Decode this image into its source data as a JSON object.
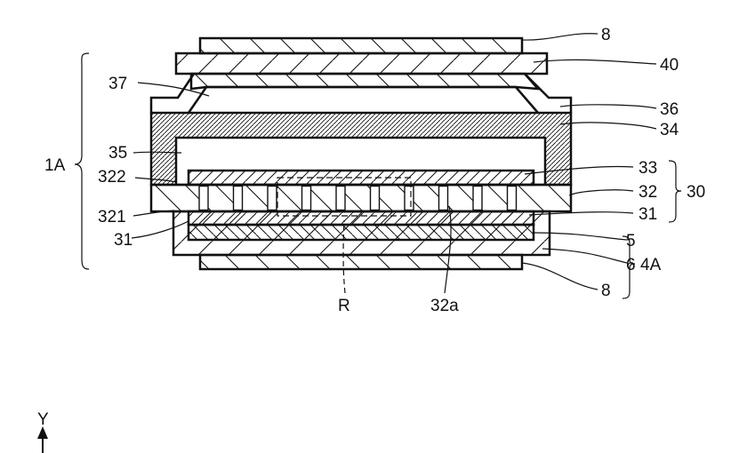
{
  "figure": {
    "labels": {
      "top_plate": "8",
      "plate_40": "40",
      "layer_37": "37",
      "layer_36": "36",
      "layer_34": "34",
      "cavity_35": "35",
      "layer_33": "33",
      "layer_322": "322",
      "layer_32": "32",
      "group_30": "30",
      "layer_31_right": "31",
      "layer_321": "321",
      "layer_31_left": "31",
      "layer_5": "5",
      "layer_6": "6",
      "group_4A": "4A",
      "bottom_plate": "8",
      "region_R": "R",
      "hole_32a": "32a",
      "assembly_1A": "1A",
      "axis_y": "Y"
    }
  }
}
